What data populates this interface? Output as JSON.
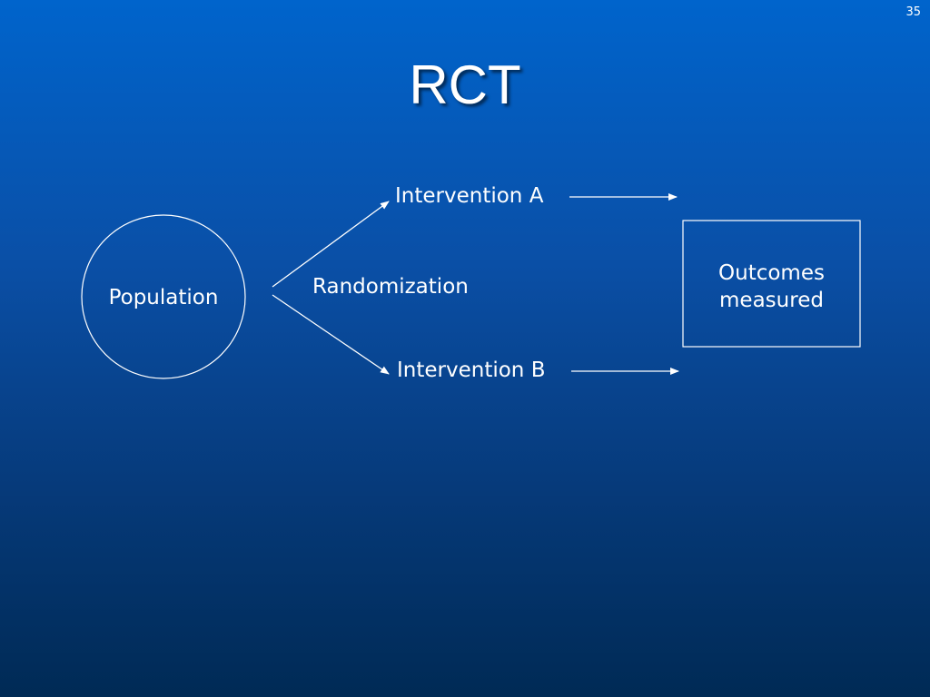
{
  "slide": {
    "number": "35",
    "title": "RCT"
  },
  "diagram": {
    "population": "Population",
    "randomization": "Randomization",
    "intervention_a": "Intervention A",
    "intervention_b": "Intervention B",
    "outcomes": "Outcomes measured"
  },
  "colors": {
    "background_top": "#0064cc",
    "background_bottom": "#002a55",
    "foreground": "#ffffff"
  }
}
